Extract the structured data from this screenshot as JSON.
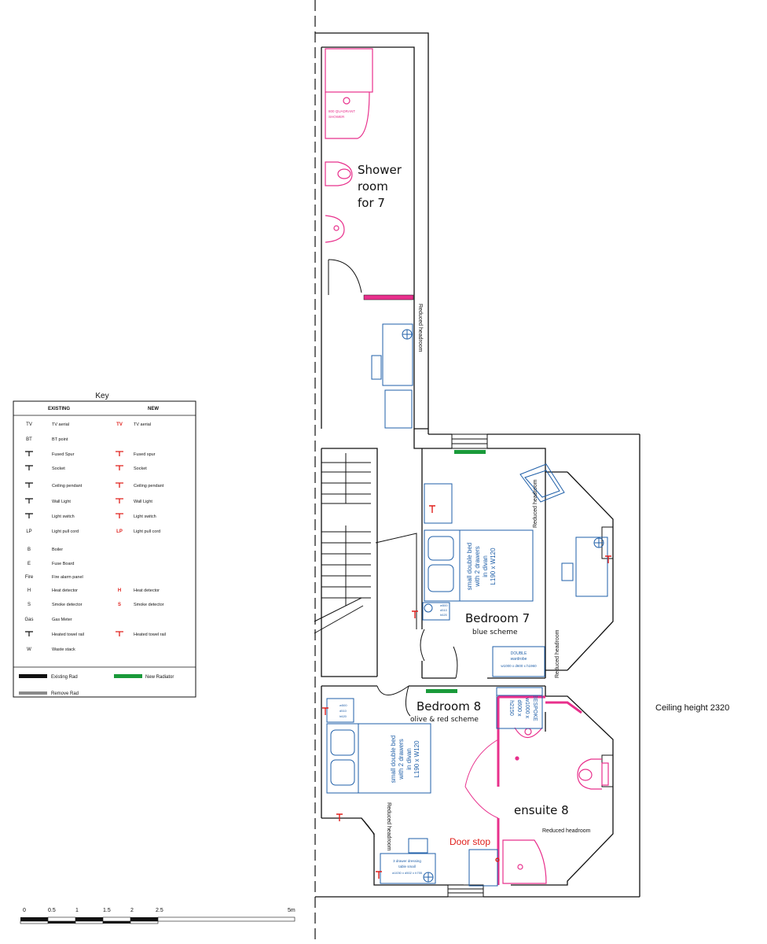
{
  "rooms": {
    "shower_room": [
      "Shower",
      "room",
      "for 7"
    ],
    "bedroom7": {
      "name": "Bedroom 7",
      "scheme": "blue scheme"
    },
    "bedroom8": {
      "name": "Bedroom 8",
      "scheme": "olive & red scheme"
    },
    "ensuite8": "ensuite 8"
  },
  "notes": {
    "ceiling_height": "Ceiling height 2320",
    "door_stop": "Door stop",
    "reduced_headroom": "Reduced headroom"
  },
  "fixtures": {
    "shower": [
      "800 QUADRANT",
      "SHOWER"
    ],
    "bed7": [
      "small double bed",
      "with 2 drawers",
      "in divan",
      "L190 x W120"
    ],
    "bed8": [
      "small double bed",
      "with 2 drawers",
      "in divan",
      "L190 x W120"
    ],
    "wardrobe7": [
      "DOUBLE",
      "wardrobe",
      "w1000 x d600 x h1960"
    ],
    "dressing_table": [
      "3 drawer dressing",
      "table small",
      "w1030 x d502 x h755"
    ],
    "bedside7": [
      "w500",
      "d510",
      "h620"
    ],
    "bedside8": [
      "w500",
      "d510",
      "h620"
    ],
    "wardrobe8": [
      "BESPOKE",
      "w1000 x",
      "d600 x",
      "h2150"
    ]
  },
  "key": {
    "title": "Key",
    "col_existing": "EXISTING",
    "col_new": "NEW",
    "rows": [
      {
        "e_sym": "TV",
        "e_label": "TV aerial",
        "n_sym": "TV",
        "n_label": "TV aerial"
      },
      {
        "e_sym": "BT",
        "e_label": "BT point",
        "n_sym": "",
        "n_label": ""
      },
      {
        "e_sym": "",
        "e_label": "Fused Spur",
        "n_sym": "",
        "n_label": "Fused spur"
      },
      {
        "e_sym": "",
        "e_label": "Socket",
        "n_sym": "",
        "n_label": "Socket"
      },
      {
        "e_sym": "",
        "e_label": "Ceiling pendant",
        "n_sym": "",
        "n_label": "Ceiling pendant"
      },
      {
        "e_sym": "",
        "e_label": "Wall Light",
        "n_sym": "",
        "n_label": "Wall Light"
      },
      {
        "e_sym": "",
        "e_label": "Light switch",
        "n_sym": "",
        "n_label": "Light switch"
      },
      {
        "e_sym": "LP",
        "e_label": "Light pull cord",
        "n_sym": "LP",
        "n_label": "Light pull cord"
      },
      {
        "e_sym": "B",
        "e_label": "Boiler",
        "n_sym": "",
        "n_label": ""
      },
      {
        "e_sym": "E",
        "e_label": "Fuse Board",
        "n_sym": "",
        "n_label": ""
      },
      {
        "e_sym": "Fire",
        "e_label": "Fire alarm panel",
        "n_sym": "",
        "n_label": ""
      },
      {
        "e_sym": "H",
        "e_label": "Heat detector",
        "n_sym": "H",
        "n_label": "Heat detector"
      },
      {
        "e_sym": "S",
        "e_label": "Smoke detector",
        "n_sym": "S",
        "n_label": "Smoke detector"
      },
      {
        "e_sym": "Gas",
        "e_label": "Gas Meter",
        "n_sym": "",
        "n_label": ""
      },
      {
        "e_sym": "",
        "e_label": "Heated towel rail",
        "n_sym": "",
        "n_label": "Heated towel rail"
      },
      {
        "e_sym": "W",
        "e_label": "Waste stack",
        "n_sym": "",
        "n_label": ""
      }
    ],
    "rad_existing": "Existing Rad",
    "rad_new": "New Radiator",
    "rad_remove": "Remove Rad"
  },
  "scale": {
    "labels": [
      "0",
      "0.5",
      "1",
      "1.5",
      "2",
      "2.5",
      "5m"
    ]
  },
  "colors": {
    "wall": "#111111",
    "furniture": "#1f5fa8",
    "magenta": "#e8308c",
    "red": "#e0201c",
    "green": "#1a9a3a",
    "grey": "#8a8a8a"
  }
}
